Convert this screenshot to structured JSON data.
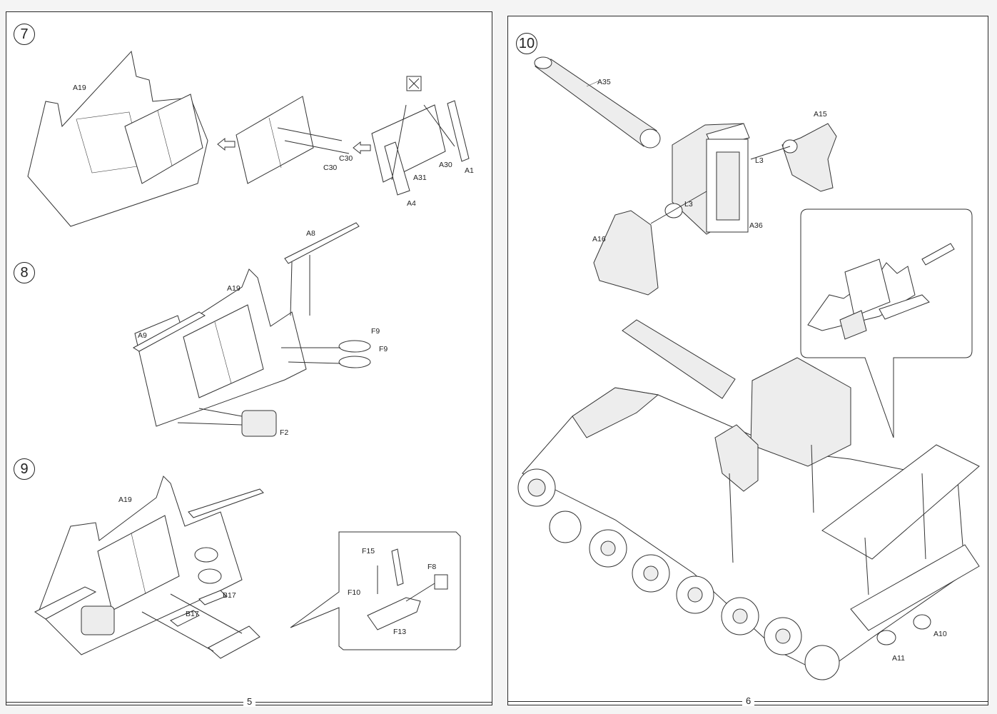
{
  "pages": [
    {
      "number": "5"
    },
    {
      "number": "6"
    }
  ],
  "steps": [
    {
      "number": "7",
      "parts": [
        "A19",
        "C30",
        "C30",
        "A30",
        "A31",
        "A1",
        "A4"
      ]
    },
    {
      "number": "8",
      "parts": [
        "A8",
        "A19",
        "A9",
        "F9",
        "F9",
        "F2"
      ]
    },
    {
      "number": "9",
      "parts": [
        "A19",
        "B17",
        "B17",
        "F15",
        "F8",
        "F10",
        "F13"
      ]
    },
    {
      "number": "10",
      "parts": [
        "A35",
        "A15",
        "L3",
        "L3",
        "A36",
        "A16",
        "A11",
        "A10"
      ]
    }
  ],
  "icons": [
    "cut-sprue-icon",
    "assembly-arrow-icon"
  ]
}
